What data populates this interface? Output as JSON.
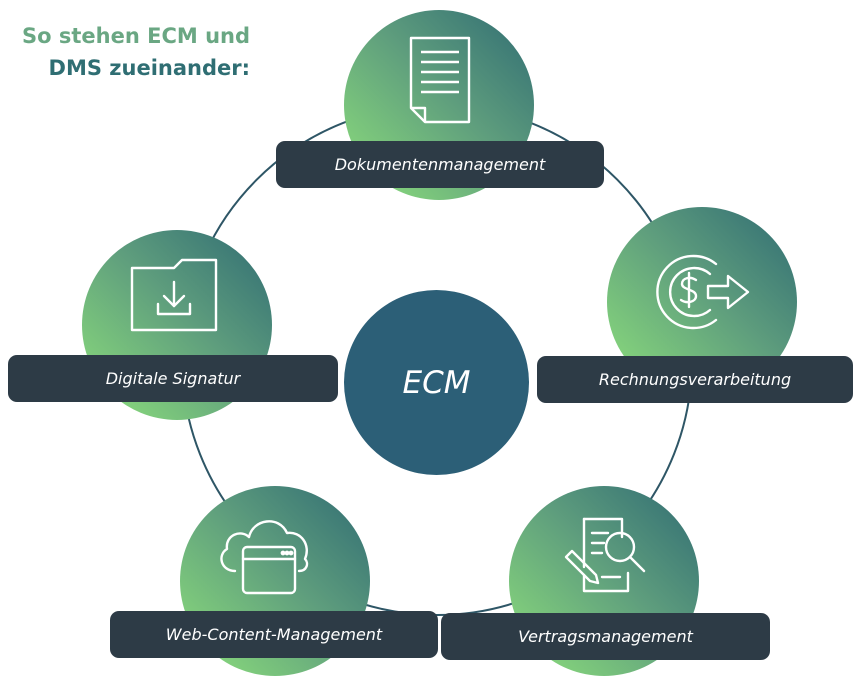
{
  "heading": {
    "line1": "So stehen ECM und",
    "line2": "DMS zueinander:"
  },
  "center": {
    "label": "ECM"
  },
  "nodes": [
    {
      "label": "Dokumentenmanagement",
      "icon": "document-icon"
    },
    {
      "label": "Rechnungsverarbeitung",
      "icon": "invoice-dollar-arrow-icon"
    },
    {
      "label": "Vertragsmanagement",
      "icon": "contract-search-pen-icon"
    },
    {
      "label": "Web-Content-Management",
      "icon": "cloud-browser-icon"
    },
    {
      "label": "Digitale Signatur",
      "icon": "folder-download-icon"
    }
  ],
  "colors": {
    "heading_green": "#6aa783",
    "heading_teal": "#2f6e73",
    "label_bg": "#2d3b46",
    "center_bg": "#2c5f77",
    "gradient_dark": "#2f6b73",
    "gradient_light": "#8fe27c",
    "ring": "#2e5666"
  }
}
